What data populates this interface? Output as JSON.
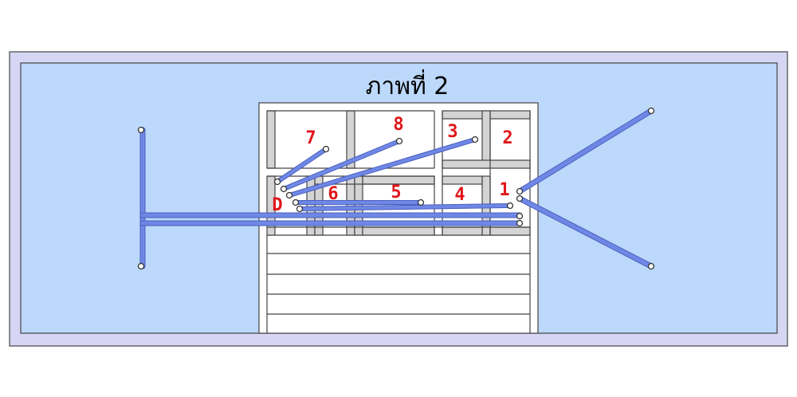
{
  "title": "ภาพที่ 2",
  "labels": {
    "r1": "1",
    "r2": "2",
    "r3": "3",
    "r4": "4",
    "r5": "5",
    "r6": "6",
    "r7": "7",
    "r8": "8",
    "rD": "D"
  },
  "colors": {
    "frame_outer": "#d6d6f4",
    "field": "#bcd8fa",
    "wall": "#d4d4d4",
    "pipe": "#6f88e6",
    "label": "#e0161b"
  }
}
